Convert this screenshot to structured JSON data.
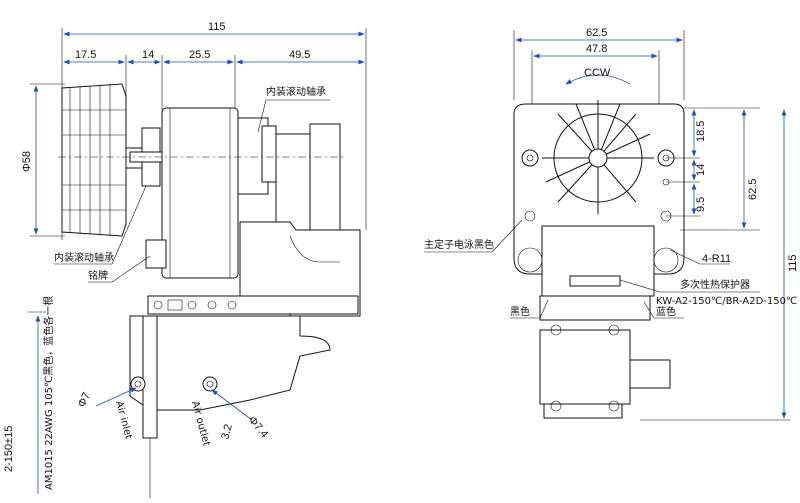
{
  "left_view": {
    "dims": {
      "overall": "115",
      "a": "17.5",
      "b": "14",
      "c": "25.5",
      "d": "49.5",
      "dia": "Φ58",
      "hole1": "Φ7",
      "hole2": "Φ7.4",
      "gap": "3.2",
      "lead": "2-150±15"
    },
    "labels": {
      "bearing_top": "内装滚动轴承",
      "bearing_bottom": "内装滚动轴承",
      "nameplate": "铭牌",
      "air_inlet": "Air inlet",
      "air_outlet": "Air outlet",
      "wire_spec": "AM1015 22AWG 105℃黑色，蓝色各一根"
    }
  },
  "right_view": {
    "dims": {
      "w1": "62.5",
      "w2": "47.8",
      "h1": "18.5",
      "h2": "14",
      "h3": "9.5",
      "h4": "62.5",
      "overall": "115",
      "radius": "4-R11"
    },
    "labels": {
      "rotation": "CCW",
      "stator": "主定子电泳黑色",
      "protector": "多次性热保护器",
      "protector_model": "KW-A2-150℃/BR-A2D-150℃",
      "black": "黑色",
      "blue": "蓝色"
    }
  }
}
